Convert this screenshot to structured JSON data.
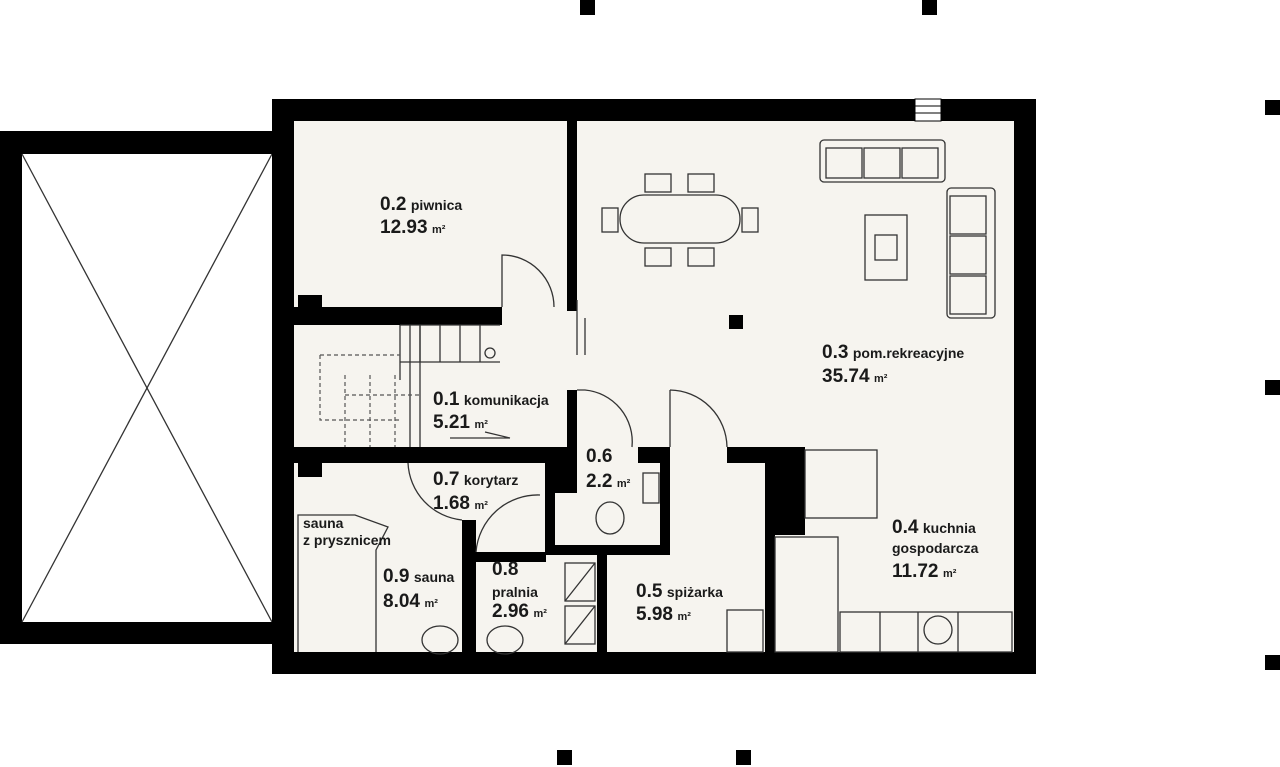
{
  "plan": {
    "rooms": [
      {
        "id": "0.1",
        "name": "komunikacja",
        "area": "5.21",
        "unit": "m²"
      },
      {
        "id": "0.2",
        "name": "piwnica",
        "area": "12.93",
        "unit": "m²"
      },
      {
        "id": "0.3",
        "name": "pom.rekreacyjne",
        "area": "35.74",
        "unit": "m²"
      },
      {
        "id": "0.4",
        "name": "kuchnia",
        "name2": "gospodarcza",
        "area": "11.72",
        "unit": "m²"
      },
      {
        "id": "0.5",
        "name": "spiżarka",
        "area": "5.98",
        "unit": "m²"
      },
      {
        "id": "0.6",
        "name": "",
        "area": "2.2",
        "unit": "m²"
      },
      {
        "id": "0.7",
        "name": "korytarz",
        "area": "1.68",
        "unit": "m²"
      },
      {
        "id": "0.8",
        "name": "pralnia",
        "area": "2.96",
        "unit": "m²"
      },
      {
        "id": "0.9",
        "name": "sauna",
        "area": "8.04",
        "unit": "m²"
      }
    ],
    "sauna_label_1": "sauna",
    "sauna_label_2": "z prysznicem"
  }
}
